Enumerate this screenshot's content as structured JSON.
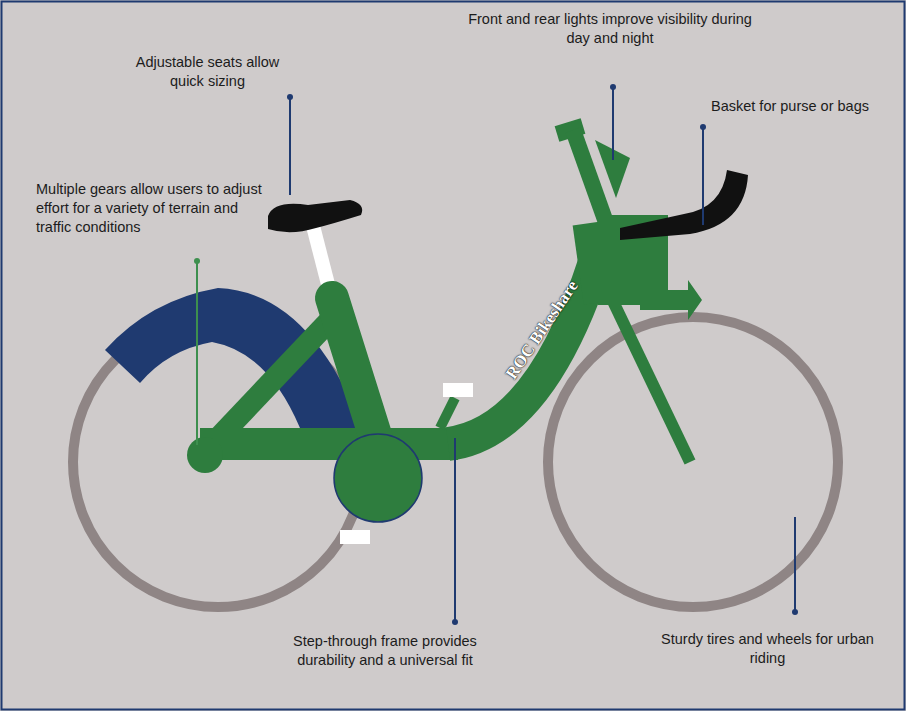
{
  "diagram": {
    "labels": [
      "Adjustable seats allow quick sizing",
      "Front and rear lights improve visibility during day and night",
      "Basket for purse or bags",
      "Multiple gears allow users to adjust effort for a variety of terrain and traffic conditions",
      "ROC Bikeshare",
      "Step-through frame provides durability and a universal fit",
      "Sturdy tires and wheels for urban riding"
    ]
  }
}
